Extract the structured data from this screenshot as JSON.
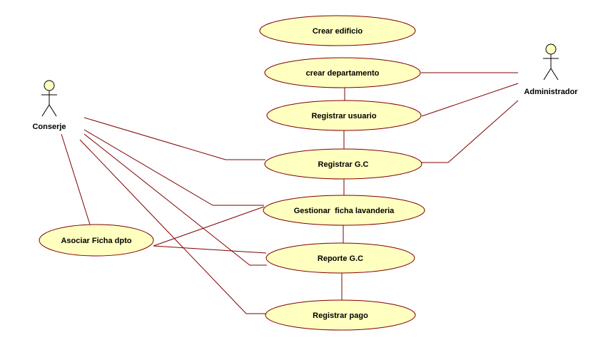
{
  "colors": {
    "line": "#800000",
    "usecase_fill": "#ffffc0",
    "usecase_stroke": "#800000",
    "actor_fill": "#ffffc0",
    "actor_stroke": "#000000"
  },
  "actors": [
    {
      "id": "conserje",
      "label": "Conserje"
    },
    {
      "id": "administrador",
      "label": "Administrador"
    }
  ],
  "use_cases": [
    {
      "id": "crear-edificio",
      "label": "Crear edificio"
    },
    {
      "id": "crear-departamento",
      "label": "crear departamento"
    },
    {
      "id": "registrar-usuario",
      "label": "Registrar usuario"
    },
    {
      "id": "registrar-gc",
      "label": "Registrar G.C"
    },
    {
      "id": "gestionar-ficha-lavanderia",
      "label": "Gestionar  ficha lavanderia"
    },
    {
      "id": "reporte-gc",
      "label": "Reporte G.C"
    },
    {
      "id": "registrar-pago",
      "label": "Registrar pago"
    },
    {
      "id": "asociar-ficha-dpto",
      "label": "Asociar Ficha dpto"
    }
  ],
  "associations": [
    {
      "from": "administrador",
      "to": "crear-departamento"
    },
    {
      "from": "administrador",
      "to": "registrar-usuario"
    },
    {
      "from": "administrador",
      "to": "registrar-gc"
    },
    {
      "from": "conserje",
      "to": "registrar-gc"
    },
    {
      "from": "conserje",
      "to": "gestionar-ficha-lavanderia"
    },
    {
      "from": "conserje",
      "to": "reporte-gc"
    },
    {
      "from": "conserje",
      "to": "registrar-pago"
    },
    {
      "from": "conserje",
      "to": "asociar-ficha-dpto"
    },
    {
      "from": "asociar-ficha-dpto",
      "to": "gestionar-ficha-lavanderia"
    },
    {
      "from": "asociar-ficha-dpto",
      "to": "reporte-gc"
    },
    {
      "from": "crear-departamento",
      "to": "registrar-usuario"
    },
    {
      "from": "registrar-usuario",
      "to": "registrar-gc"
    },
    {
      "from": "registrar-gc",
      "to": "gestionar-ficha-lavanderia"
    },
    {
      "from": "gestionar-ficha-lavanderia",
      "to": "reporte-gc"
    },
    {
      "from": "reporte-gc",
      "to": "registrar-pago"
    }
  ]
}
